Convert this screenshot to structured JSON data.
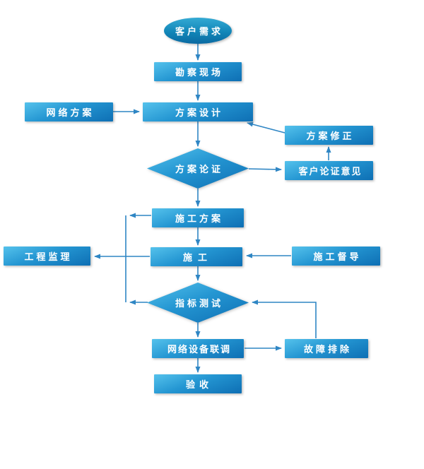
{
  "diagram": {
    "type": "flowchart",
    "nodes": {
      "customer_need": {
        "label": "客户需求",
        "shape": "ellipse"
      },
      "survey_site": {
        "label": "勘察现场",
        "shape": "rect"
      },
      "network_scheme": {
        "label": "网络方案",
        "shape": "rect"
      },
      "scheme_design": {
        "label": "方案设计",
        "shape": "rect"
      },
      "scheme_revision": {
        "label": "方案修正",
        "shape": "rect"
      },
      "scheme_review": {
        "label": "方案论证",
        "shape": "diamond"
      },
      "customer_opinion": {
        "label": "客户论证意见",
        "shape": "rect"
      },
      "construction_plan": {
        "label": "施工方案",
        "shape": "rect"
      },
      "supervision": {
        "label": "工程监理",
        "shape": "rect"
      },
      "construction": {
        "label": "施工",
        "shape": "rect"
      },
      "construction_guide": {
        "label": "施工督导",
        "shape": "rect"
      },
      "indicator_test": {
        "label": "指标测试",
        "shape": "diamond"
      },
      "joint_debugging": {
        "label": "网络设备联调",
        "shape": "rect"
      },
      "troubleshooting": {
        "label": "故障排除",
        "shape": "rect"
      },
      "acceptance": {
        "label": "验收",
        "shape": "rect"
      }
    },
    "edges": [
      {
        "from": "customer_need",
        "to": "survey_site"
      },
      {
        "from": "survey_site",
        "to": "scheme_design"
      },
      {
        "from": "network_scheme",
        "to": "scheme_design"
      },
      {
        "from": "scheme_design",
        "to": "scheme_review"
      },
      {
        "from": "scheme_review",
        "to": "customer_opinion"
      },
      {
        "from": "customer_opinion",
        "to": "scheme_revision"
      },
      {
        "from": "scheme_revision",
        "to": "scheme_design"
      },
      {
        "from": "scheme_review",
        "to": "construction_plan"
      },
      {
        "from": "construction_plan",
        "to": "construction"
      },
      {
        "from": "construction_guide",
        "to": "construction"
      },
      {
        "from": "construction_plan",
        "to": "supervision"
      },
      {
        "from": "construction",
        "to": "supervision"
      },
      {
        "from": "indicator_test",
        "to": "supervision"
      },
      {
        "from": "construction",
        "to": "indicator_test"
      },
      {
        "from": "indicator_test",
        "to": "joint_debugging"
      },
      {
        "from": "joint_debugging",
        "to": "troubleshooting"
      },
      {
        "from": "troubleshooting",
        "to": "indicator_test"
      },
      {
        "from": "joint_debugging",
        "to": "acceptance"
      }
    ],
    "colors": {
      "shape_gradient_top": "#55c2ec",
      "shape_gradient_bottom": "#0e6fb4",
      "connector_line": "#2f86c4",
      "label_text": "#ffffff",
      "background": "#ffffff"
    }
  }
}
